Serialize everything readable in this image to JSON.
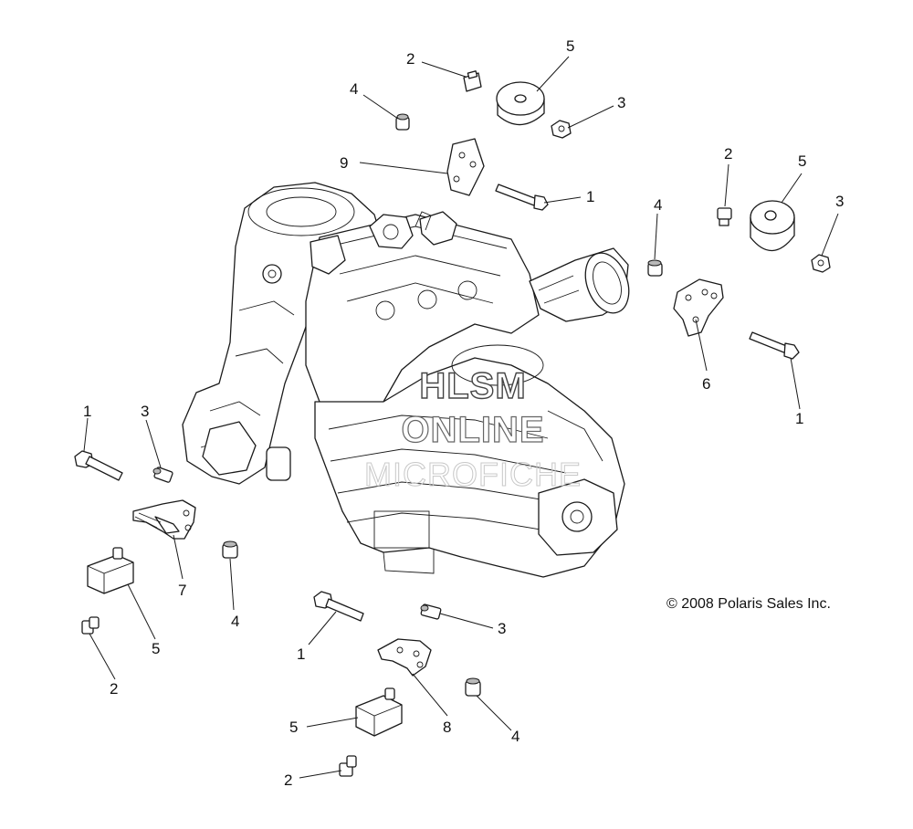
{
  "callouts": [
    {
      "text": "1"
    },
    {
      "text": "1"
    },
    {
      "text": "1"
    },
    {
      "text": "1"
    },
    {
      "text": "2"
    },
    {
      "text": "2"
    },
    {
      "text": "2"
    },
    {
      "text": "2"
    },
    {
      "text": "3"
    },
    {
      "text": "3"
    },
    {
      "text": "3"
    },
    {
      "text": "3"
    },
    {
      "text": "4"
    },
    {
      "text": "4"
    },
    {
      "text": "4"
    },
    {
      "text": "4"
    },
    {
      "text": "5"
    },
    {
      "text": "5"
    },
    {
      "text": "5"
    },
    {
      "text": "5"
    },
    {
      "text": "6"
    },
    {
      "text": "7"
    },
    {
      "text": "8"
    },
    {
      "text": "9"
    }
  ],
  "watermark": {
    "line1": "HLSM",
    "line2": "ONLINE",
    "line3": "MICROFICHE"
  },
  "copyright": "© 2008 Polaris Sales Inc."
}
